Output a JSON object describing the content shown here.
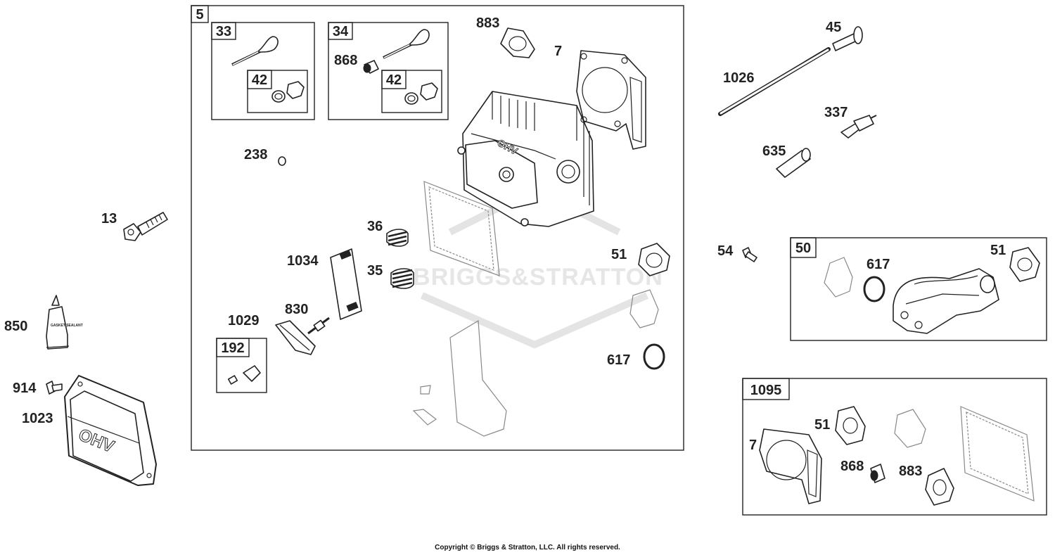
{
  "watermark": {
    "text": "BRIGGS&STRATTON",
    "registered_mark": "®"
  },
  "groups": [
    {
      "id": "5"
    },
    {
      "id": "33"
    },
    {
      "id": "34"
    },
    {
      "id": "42"
    },
    {
      "id": "42"
    },
    {
      "id": "192"
    },
    {
      "id": "50"
    },
    {
      "id": "1095"
    }
  ],
  "callouts": [
    {
      "id": "883"
    },
    {
      "id": "7"
    },
    {
      "id": "868"
    },
    {
      "id": "238"
    },
    {
      "id": "36"
    },
    {
      "id": "1034"
    },
    {
      "id": "35"
    },
    {
      "id": "830"
    },
    {
      "id": "1029"
    },
    {
      "id": "51"
    },
    {
      "id": "617"
    },
    {
      "id": "45"
    },
    {
      "id": "1026"
    },
    {
      "id": "337"
    },
    {
      "id": "635"
    },
    {
      "id": "13"
    },
    {
      "id": "54"
    },
    {
      "id": "617"
    },
    {
      "id": "51"
    },
    {
      "id": "850"
    },
    {
      "id": "914"
    },
    {
      "id": "1023"
    },
    {
      "id": "51"
    },
    {
      "id": "7"
    },
    {
      "id": "868"
    },
    {
      "id": "883"
    }
  ],
  "cover_text": "OHV",
  "head_text": "OHV",
  "tube_text": "GASKET SEALANT",
  "copyright": "Copyright © Briggs & Stratton, LLC. All rights reserved."
}
